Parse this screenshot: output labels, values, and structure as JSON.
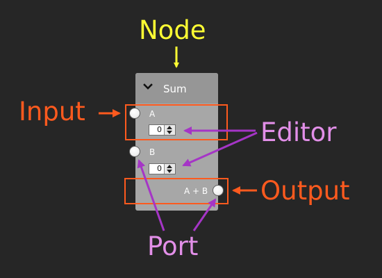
{
  "colors": {
    "background": "#262626",
    "node_body": "#a7a7a7",
    "node_header": "#969696",
    "node_label": "#ffff33",
    "io_label": "#ff5a1e",
    "editor_port_label": "#e28fe8",
    "editor_port_arrow": "#a535c6"
  },
  "labels": {
    "node": "Node",
    "input": "Input",
    "editor": "Editor",
    "output": "Output",
    "port": "Port"
  },
  "node": {
    "title": "Sum",
    "collapse_icon": "chevron-down-icon",
    "input_a_label": "A",
    "input_a_value": "0",
    "input_b_label": "B",
    "input_b_value": "0",
    "output_label": "A + B"
  }
}
